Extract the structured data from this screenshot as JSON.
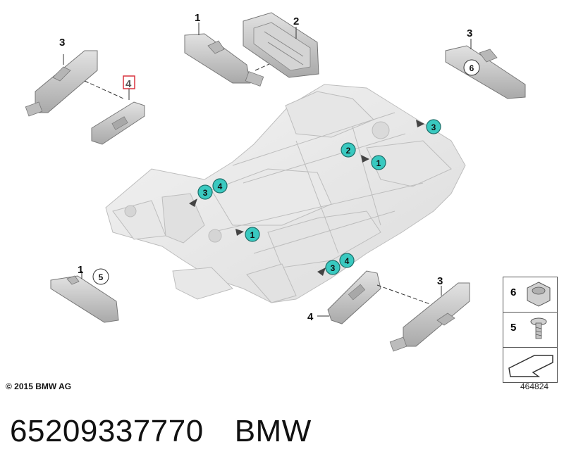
{
  "parts": {
    "top_left_antenna": "3",
    "top_left_bracket": "4",
    "top_center_antenna": "1",
    "top_center_holder": "2",
    "top_right_antenna": "3",
    "top_right_nut": "6",
    "bottom_left_antenna": "1",
    "bottom_left_screw": "5",
    "bottom_right_bracket": "4",
    "bottom_right_antenna": "3"
  },
  "callouts": {
    "rear_right": "3",
    "center_rear_a": "2",
    "center_rear_b": "1",
    "front_left_a": "3",
    "front_left_b": "4",
    "front_left_c": "1",
    "front_right_a": "3",
    "front_right_b": "4"
  },
  "legend": {
    "nut": "6",
    "screw": "5"
  },
  "copyright": "© 2015 BMW AG",
  "drawing_number": "464824",
  "footer": {
    "part_number": "65209337770",
    "brand": "BMW"
  },
  "colors": {
    "callout_fill": "#39c9c0",
    "highlight_box": "#d9333f",
    "part_fill": "#c9c9c9",
    "chassis_fill": "#ececec"
  }
}
